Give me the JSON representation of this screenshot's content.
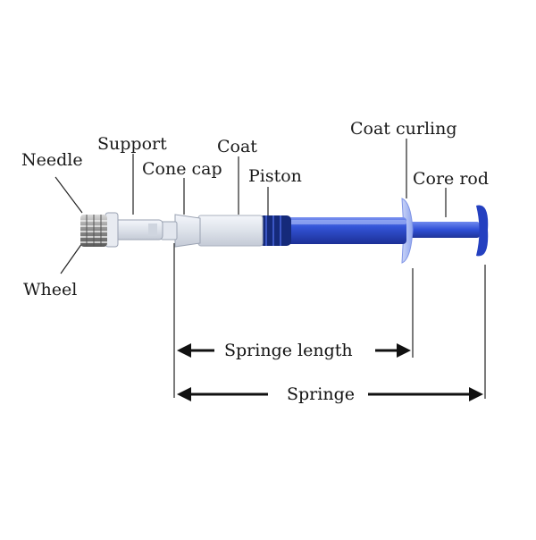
{
  "labels": {
    "needle": "Needle",
    "support": "Support",
    "coat": "Coat",
    "cone_cap": "Cone cap",
    "piston": "Piston",
    "coat_curling": "Coat curling",
    "core_rod": "Core rod",
    "wheel": "Wheel"
  },
  "measures": {
    "springe_length": "Springe length",
    "springe": "Springe"
  },
  "colors": {
    "barrel_blue": "#2a48c8",
    "rod_blue": "#2f4fd6",
    "piston_dark": "#152a7a",
    "line": "#222222"
  }
}
